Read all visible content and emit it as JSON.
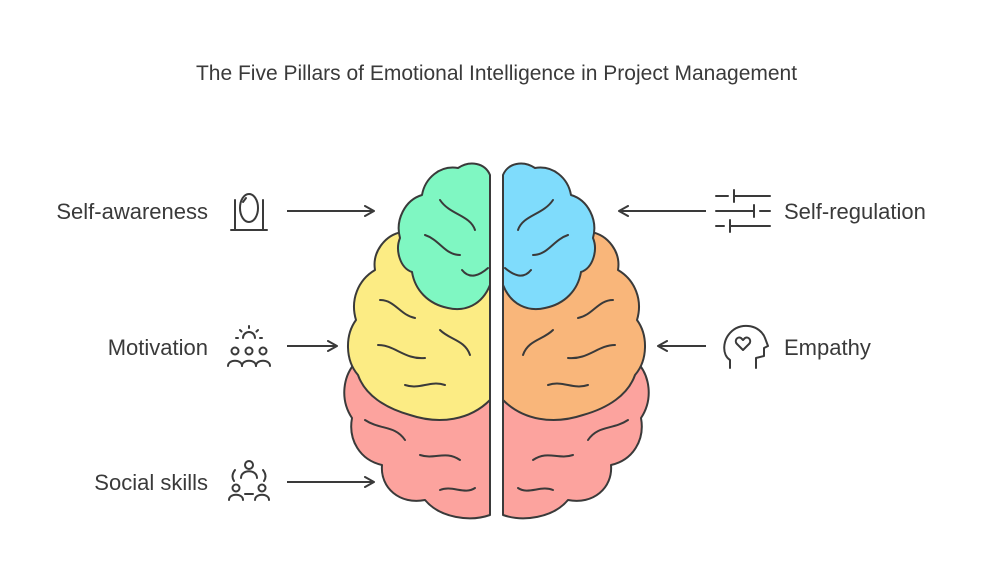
{
  "title": "The Five Pillars of Emotional Intelligence in Project Management",
  "pillars": [
    {
      "label": "Self-awareness",
      "icon": "mirror-icon",
      "side": "left",
      "region_color": "#7ff7c2"
    },
    {
      "label": "Self-regulation",
      "icon": "sliders-icon",
      "side": "right",
      "region_color": "#7fdcfc"
    },
    {
      "label": "Motivation",
      "icon": "group-sun-icon",
      "side": "left",
      "region_color": "#fcec84"
    },
    {
      "label": "Empathy",
      "icon": "head-heart-icon",
      "side": "right",
      "region_color": "#f9b67a"
    },
    {
      "label": "Social skills",
      "icon": "network-people-icon",
      "side": "left",
      "region_color": "#fca39e"
    }
  ],
  "colors": {
    "outline": "#3a3a3a"
  }
}
